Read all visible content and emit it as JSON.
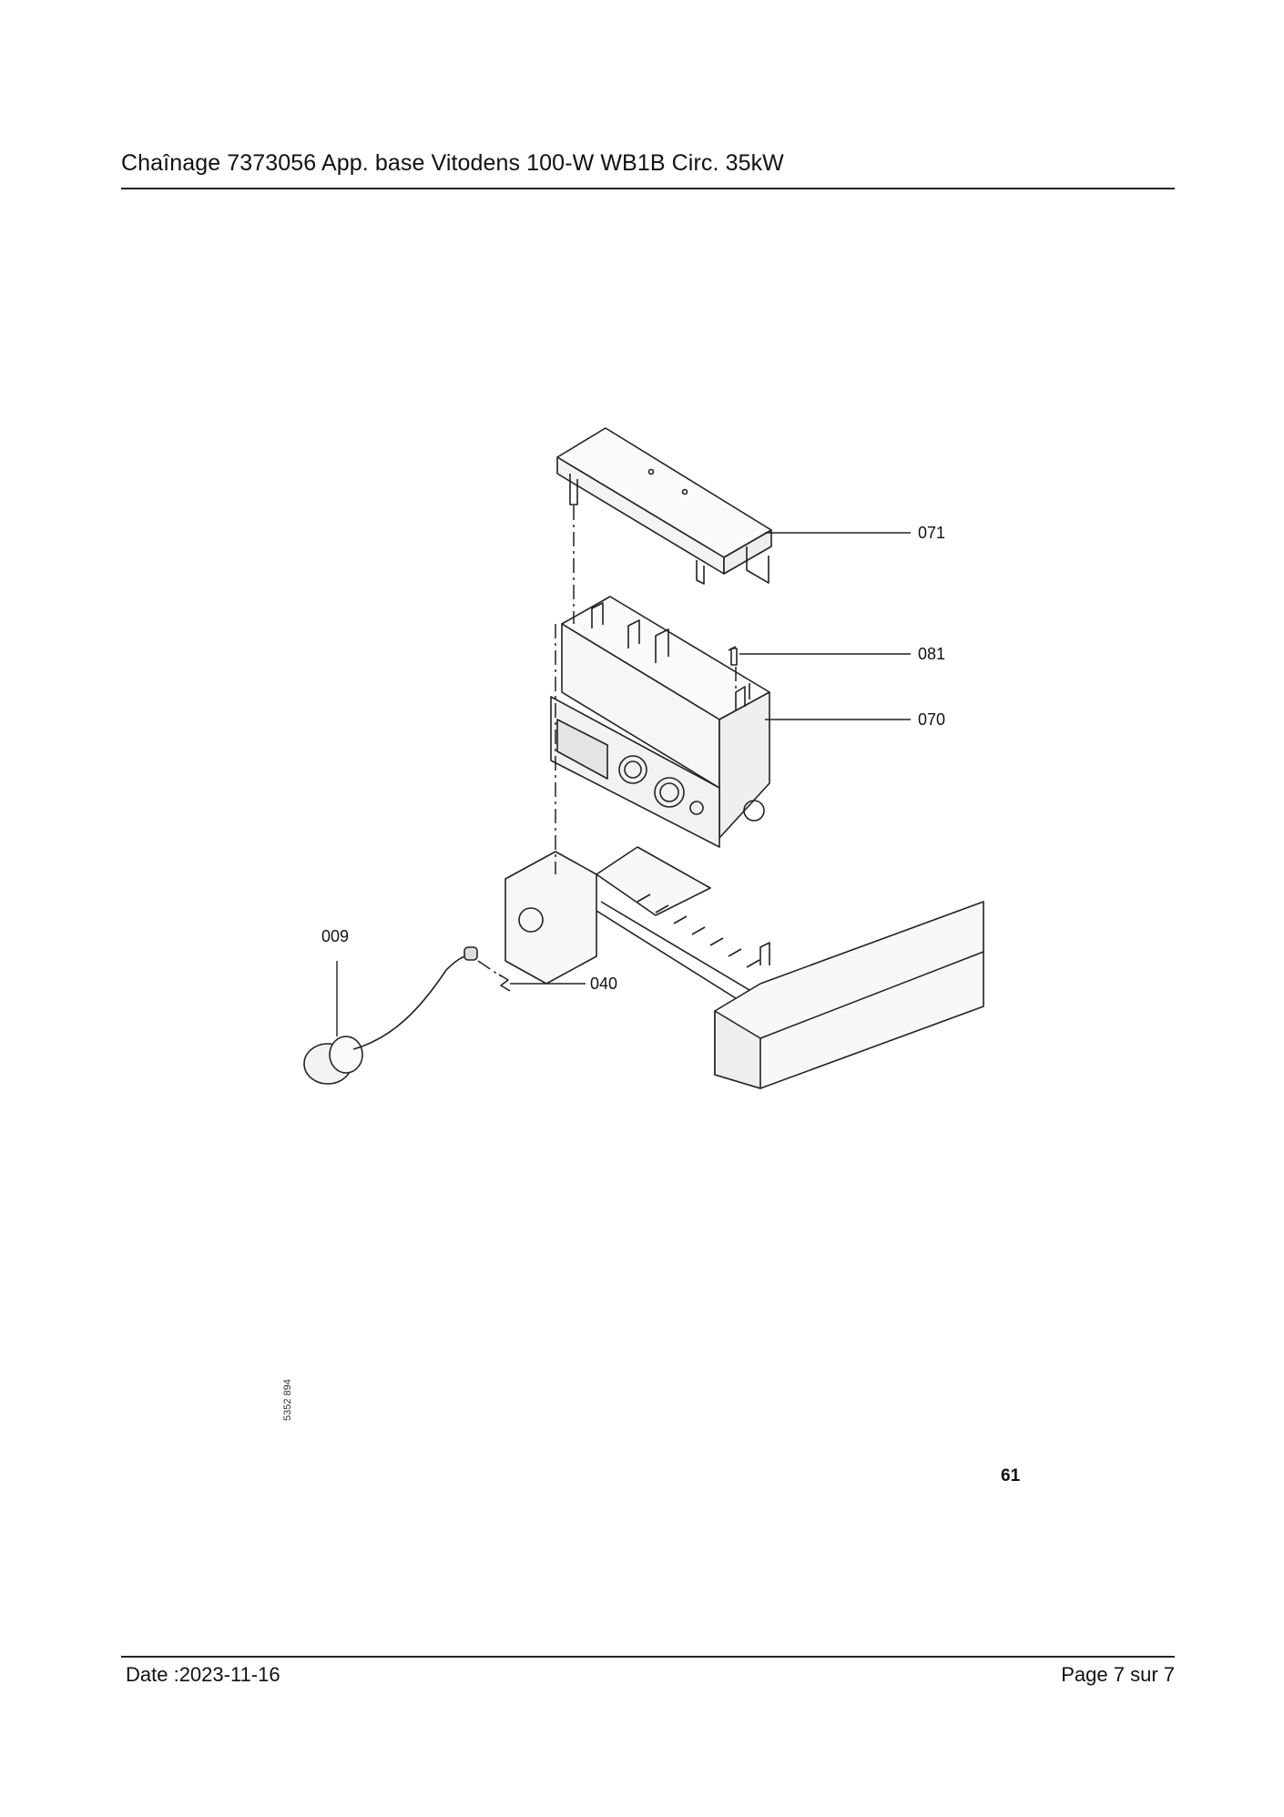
{
  "header": {
    "title": "Chaînage 7373056 App. base Vitodens 100-W WB1B Circ. 35kW"
  },
  "diagram": {
    "callouts": [
      "071",
      "081",
      "070",
      "009",
      "040"
    ],
    "sheet_number": "61",
    "document_id": "5352 894"
  },
  "footer": {
    "date": "Date :2023-11-16",
    "page": "Page 7 sur  7"
  }
}
